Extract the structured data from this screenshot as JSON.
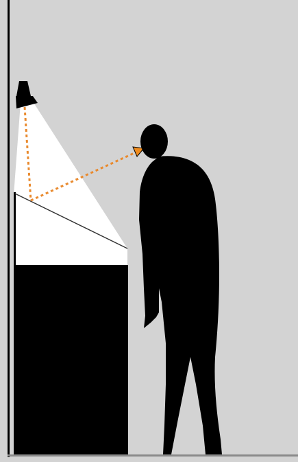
{
  "illustration": {
    "type": "diagram",
    "elements": [
      "lamp-icon",
      "light-cone",
      "lectern",
      "document-sheet",
      "person-silhouette",
      "gaze-ray",
      "light-ray"
    ]
  },
  "colors": {
    "wall": "#d3d3d3",
    "frame": "#000000",
    "floor": "#8a8a8a",
    "light": "#ffffff",
    "silhouette": "#000000",
    "ray": "#e98a2e",
    "arrowhead": "#f08c1e",
    "edge_line": "#333333"
  }
}
